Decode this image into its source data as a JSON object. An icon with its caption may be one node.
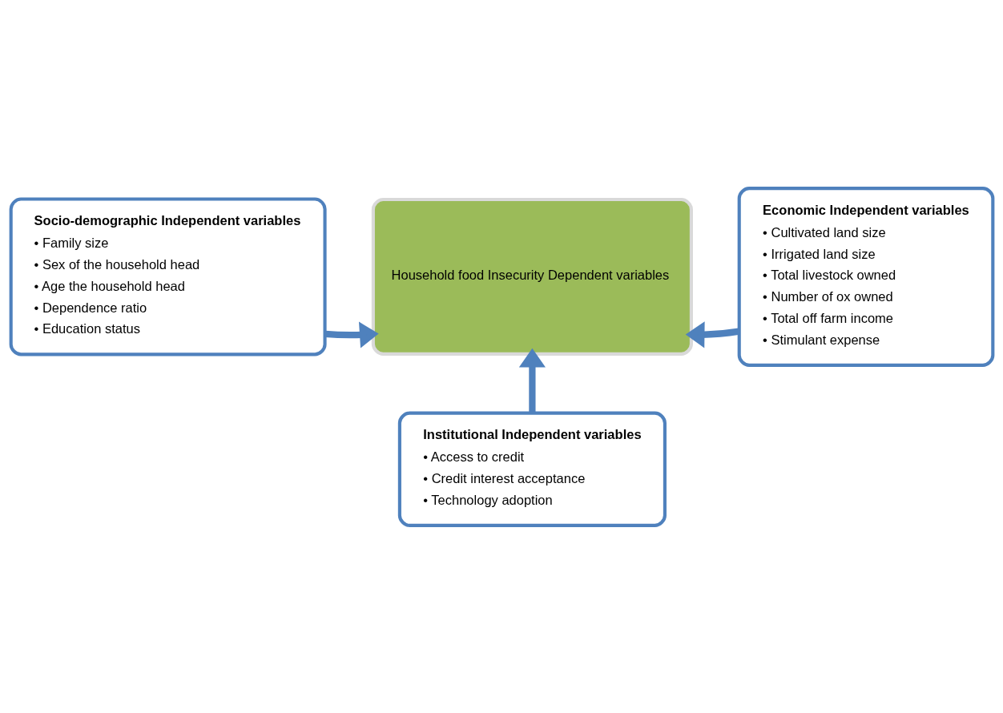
{
  "diagram": {
    "nodes": [
      {
        "text": [
          "Socio-demographic Independent variables",
          "• Family size",
          "• Sex of the household head",
          "• Age the household head",
          "• Dependence ratio",
          "• Education status"
        ]
      },
      {
        "text": [
          "Household food Insecurity Dependent variables"
        ]
      },
      {
        "text": [
          "Economic Independent variables",
          "• Cultivated land size",
          "• Irrigated land size",
          "• Total livestock owned",
          "• Number of ox owned",
          "• Total off farm income",
          "• Stimulant expense"
        ]
      },
      {
        "text": [
          "Institutional Independent variables",
          "• Access to credit",
          "• Credit interest acceptance",
          "• Technology adoption"
        ]
      }
    ],
    "edges": [
      {
        "from": 0,
        "to": 1,
        "arrow": "to"
      },
      {
        "from": 2,
        "to": 1,
        "arrow": "to"
      },
      {
        "from": 3,
        "to": 1,
        "arrow": "to"
      }
    ]
  }
}
